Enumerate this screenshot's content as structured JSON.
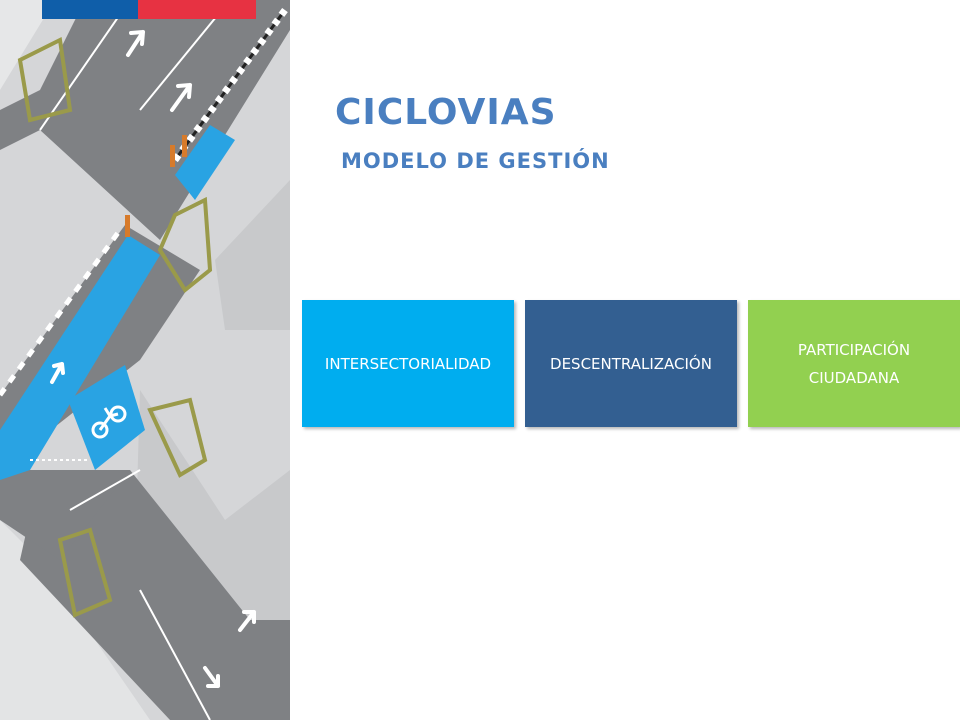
{
  "header": {
    "title": "CICLOVIAS",
    "subtitle": "MODELO DE GESTIÓN"
  },
  "cards": [
    {
      "label": "INTERSECTORIALIDAD",
      "color": "#00adef"
    },
    {
      "label": "DESCENTRALIZACIÓN",
      "color": "#335f91"
    },
    {
      "label": "PARTICIPACIÓN CIUDADANA",
      "color": "#92d050"
    }
  ],
  "flag_colors": [
    "#0f5ea9",
    "#e73242"
  ],
  "illustration": {
    "icons": [
      "bicycle-icon",
      "arrow-icon"
    ],
    "colors": {
      "bike_lane": "#29a3e3",
      "road": "#7f8184",
      "sidewalk": "#d5d6d8",
      "planter": "#9a9a4a"
    }
  }
}
